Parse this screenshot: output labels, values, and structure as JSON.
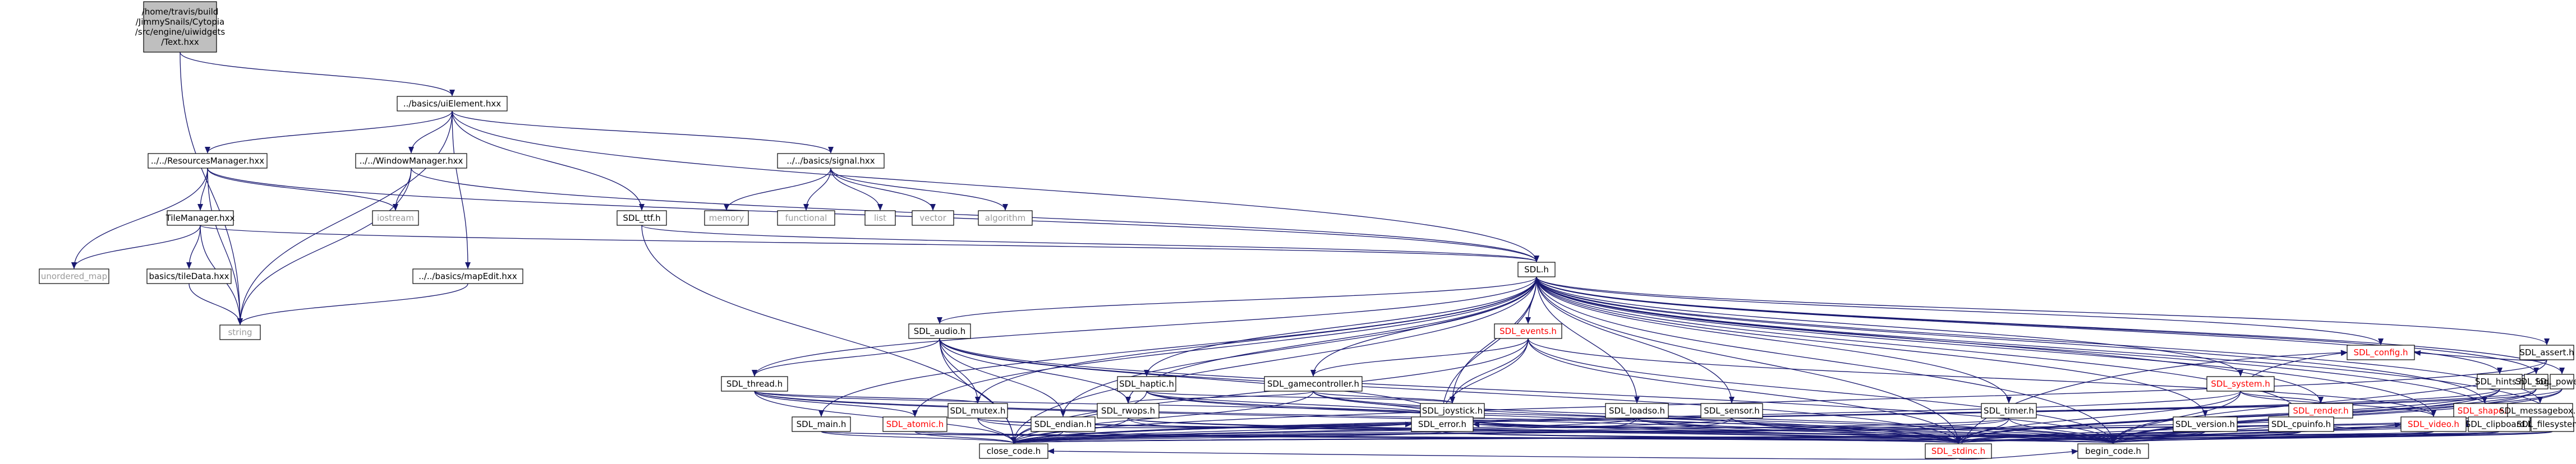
{
  "colors": {
    "edge": "#191970",
    "root_fill": "#bfbfbf",
    "node_fill": "#ffffff",
    "node_border": "#000000",
    "red_text": "#ff0000",
    "grey_text": "#9a9a9a",
    "ext_border": "#bfbfbf"
  },
  "nodes": [
    {
      "id": "root",
      "lines": [
        "/home/travis/build",
        "/JimmySnails/Cytopia",
        "/src/engine/uiwidgets",
        "/Text.hxx"
      ],
      "style": "root"
    },
    {
      "id": "uielement",
      "lines": [
        "../basics/uiElement.hxx"
      ],
      "style": "normal"
    },
    {
      "id": "resourcesmanager",
      "lines": [
        "../../ResourcesManager.hxx"
      ],
      "style": "normal"
    },
    {
      "id": "windowmanager",
      "lines": [
        "../../WindowManager.hxx"
      ],
      "style": "normal"
    },
    {
      "id": "signal",
      "lines": [
        "../../basics/signal.hxx"
      ],
      "style": "normal"
    },
    {
      "id": "tilemanager",
      "lines": [
        "TileManager.hxx"
      ],
      "style": "normal"
    },
    {
      "id": "unordered_map",
      "lines": [
        "unordered_map"
      ],
      "style": "ext"
    },
    {
      "id": "tiledata",
      "lines": [
        "basics/tileData.hxx"
      ],
      "style": "normal"
    },
    {
      "id": "string",
      "lines": [
        "string"
      ],
      "style": "ext"
    },
    {
      "id": "iostream",
      "lines": [
        "iostream"
      ],
      "style": "ext"
    },
    {
      "id": "mapedit",
      "lines": [
        "../../basics/mapEdit.hxx"
      ],
      "style": "normal"
    },
    {
      "id": "sdl_ttf",
      "lines": [
        "SDL_ttf.h"
      ],
      "style": "normal"
    },
    {
      "id": "memory",
      "lines": [
        "memory"
      ],
      "style": "ext"
    },
    {
      "id": "functional",
      "lines": [
        "functional"
      ],
      "style": "ext"
    },
    {
      "id": "list",
      "lines": [
        "list"
      ],
      "style": "ext"
    },
    {
      "id": "vector",
      "lines": [
        "vector"
      ],
      "style": "ext"
    },
    {
      "id": "algorithm",
      "lines": [
        "algorithm"
      ],
      "style": "ext"
    },
    {
      "id": "sdl",
      "lines": [
        "SDL.h"
      ],
      "style": "normal"
    },
    {
      "id": "sdl_audio",
      "lines": [
        "SDL_audio.h"
      ],
      "style": "normal"
    },
    {
      "id": "sdl_events",
      "lines": [
        "SDL_events.h"
      ],
      "style": "red"
    },
    {
      "id": "sdl_thread",
      "lines": [
        "SDL_thread.h"
      ],
      "style": "normal"
    },
    {
      "id": "sdl_haptic",
      "lines": [
        "SDL_haptic.h"
      ],
      "style": "normal"
    },
    {
      "id": "sdl_gamecontroller",
      "lines": [
        "SDL_gamecontroller.h"
      ],
      "style": "normal"
    },
    {
      "id": "sdl_system",
      "lines": [
        "SDL_system.h"
      ],
      "style": "red"
    },
    {
      "id": "sdl_mutex",
      "lines": [
        "SDL_mutex.h"
      ],
      "style": "normal"
    },
    {
      "id": "sdl_rwops",
      "lines": [
        "SDL_rwops.h"
      ],
      "style": "normal"
    },
    {
      "id": "sdl_joystick",
      "lines": [
        "SDL_joystick.h"
      ],
      "style": "normal"
    },
    {
      "id": "sdl_loadso",
      "lines": [
        "SDL_loadso.h"
      ],
      "style": "normal"
    },
    {
      "id": "sdl_sensor",
      "lines": [
        "SDL_sensor.h"
      ],
      "style": "normal"
    },
    {
      "id": "sdl_timer",
      "lines": [
        "SDL_timer.h"
      ],
      "style": "normal"
    },
    {
      "id": "sdl_render",
      "lines": [
        "SDL_render.h"
      ],
      "style": "red"
    },
    {
      "id": "sdl_shape",
      "lines": [
        "SDL_shape.h"
      ],
      "style": "red"
    },
    {
      "id": "sdl_messagebox",
      "lines": [
        "SDL_messagebox.h"
      ],
      "style": "normal"
    },
    {
      "id": "sdl_main",
      "lines": [
        "SDL_main.h"
      ],
      "style": "normal"
    },
    {
      "id": "sdl_atomic",
      "lines": [
        "SDL_atomic.h"
      ],
      "style": "red"
    },
    {
      "id": "sdl_endian",
      "lines": [
        "SDL_endian.h"
      ],
      "style": "normal"
    },
    {
      "id": "sdl_error",
      "lines": [
        "SDL_error.h"
      ],
      "style": "normal"
    },
    {
      "id": "sdl_version",
      "lines": [
        "SDL_version.h"
      ],
      "style": "normal"
    },
    {
      "id": "sdl_cpuinfo",
      "lines": [
        "SDL_cpuinfo.h"
      ],
      "style": "normal"
    },
    {
      "id": "sdl_video",
      "lines": [
        "SDL_video.h"
      ],
      "style": "red"
    },
    {
      "id": "sdl_clipboard",
      "lines": [
        "SDL_clipboard.h"
      ],
      "style": "normal"
    },
    {
      "id": "sdl_filesystem",
      "lines": [
        "SDL_filesystem.h"
      ],
      "style": "normal"
    },
    {
      "id": "sdl_hints",
      "lines": [
        "SDL_hints.h"
      ],
      "style": "normal"
    },
    {
      "id": "sdl_log",
      "lines": [
        "SDL_log.h"
      ],
      "style": "normal"
    },
    {
      "id": "sdl_power",
      "lines": [
        "SDL_power.h"
      ],
      "style": "normal"
    },
    {
      "id": "sdl_stdinc",
      "lines": [
        "SDL_stdinc.h"
      ],
      "style": "red"
    },
    {
      "id": "sdl_assert",
      "lines": [
        "SDL_assert.h"
      ],
      "style": "normal"
    },
    {
      "id": "close_code",
      "lines": [
        "close_code.h"
      ],
      "style": "normal"
    },
    {
      "id": "begin_code",
      "lines": [
        "begin_code.h"
      ],
      "style": "normal"
    },
    {
      "id": "sdl_config",
      "lines": [
        "SDL_config.h"
      ],
      "style": "red"
    }
  ],
  "edges": [
    [
      "root",
      "uielement"
    ],
    [
      "root",
      "string"
    ],
    [
      "uielement",
      "resourcesmanager"
    ],
    [
      "uielement",
      "windowmanager"
    ],
    [
      "uielement",
      "signal"
    ],
    [
      "uielement",
      "mapedit"
    ],
    [
      "uielement",
      "sdl_ttf"
    ],
    [
      "uielement",
      "string"
    ],
    [
      "uielement",
      "sdl"
    ],
    [
      "resourcesmanager",
      "tilemanager"
    ],
    [
      "resourcesmanager",
      "unordered_map"
    ],
    [
      "resourcesmanager",
      "string"
    ],
    [
      "resourcesmanager",
      "iostream"
    ],
    [
      "resourcesmanager",
      "sdl"
    ],
    [
      "windowmanager",
      "iostream"
    ],
    [
      "windowmanager",
      "string"
    ],
    [
      "windowmanager",
      "sdl"
    ],
    [
      "signal",
      "memory"
    ],
    [
      "signal",
      "functional"
    ],
    [
      "signal",
      "list"
    ],
    [
      "signal",
      "vector"
    ],
    [
      "signal",
      "algorithm"
    ],
    [
      "tilemanager",
      "unordered_map"
    ],
    [
      "tilemanager",
      "tiledata"
    ],
    [
      "tilemanager",
      "string"
    ],
    [
      "tilemanager",
      "sdl"
    ],
    [
      "tiledata",
      "string"
    ],
    [
      "mapedit",
      "string"
    ],
    [
      "sdl_ttf",
      "sdl"
    ],
    [
      "sdl_ttf",
      "close_code"
    ],
    [
      "sdl",
      "sdl_audio"
    ],
    [
      "sdl",
      "sdl_events"
    ],
    [
      "sdl",
      "sdl_thread"
    ],
    [
      "sdl",
      "sdl_haptic"
    ],
    [
      "sdl",
      "sdl_gamecontroller"
    ],
    [
      "sdl",
      "sdl_system"
    ],
    [
      "sdl",
      "sdl_mutex"
    ],
    [
      "sdl",
      "sdl_rwops"
    ],
    [
      "sdl",
      "sdl_joystick"
    ],
    [
      "sdl",
      "sdl_loadso"
    ],
    [
      "sdl",
      "sdl_sensor"
    ],
    [
      "sdl",
      "sdl_timer"
    ],
    [
      "sdl",
      "sdl_render"
    ],
    [
      "sdl",
      "sdl_shape"
    ],
    [
      "sdl",
      "sdl_messagebox"
    ],
    [
      "sdl",
      "sdl_main"
    ],
    [
      "sdl",
      "sdl_atomic"
    ],
    [
      "sdl",
      "sdl_endian"
    ],
    [
      "sdl",
      "sdl_error"
    ],
    [
      "sdl",
      "sdl_version"
    ],
    [
      "sdl",
      "sdl_cpuinfo"
    ],
    [
      "sdl",
      "sdl_video"
    ],
    [
      "sdl",
      "sdl_clipboard"
    ],
    [
      "sdl",
      "sdl_filesystem"
    ],
    [
      "sdl",
      "sdl_hints"
    ],
    [
      "sdl",
      "sdl_log"
    ],
    [
      "sdl",
      "sdl_power"
    ],
    [
      "sdl",
      "sdl_stdinc"
    ],
    [
      "sdl",
      "sdl_assert"
    ],
    [
      "sdl",
      "close_code"
    ],
    [
      "sdl",
      "begin_code"
    ],
    [
      "sdl",
      "sdl_config"
    ],
    [
      "sdl_audio",
      "sdl_thread"
    ],
    [
      "sdl_audio",
      "sdl_mutex"
    ],
    [
      "sdl_audio",
      "sdl_rwops"
    ],
    [
      "sdl_audio",
      "sdl_endian"
    ],
    [
      "sdl_audio",
      "sdl_error"
    ],
    [
      "sdl_audio",
      "sdl_stdinc"
    ],
    [
      "sdl_audio",
      "close_code"
    ],
    [
      "sdl_audio",
      "begin_code"
    ],
    [
      "sdl_events",
      "sdl_gamecontroller"
    ],
    [
      "sdl_events",
      "sdl_joystick"
    ],
    [
      "sdl_events",
      "sdl_video"
    ],
    [
      "sdl_events",
      "sdl_error"
    ],
    [
      "sdl_events",
      "sdl_stdinc"
    ],
    [
      "sdl_events",
      "begin_code"
    ],
    [
      "sdl_events",
      "close_code"
    ],
    [
      "sdl_thread",
      "sdl_mutex"
    ],
    [
      "sdl_thread",
      "sdl_atomic"
    ],
    [
      "sdl_thread",
      "sdl_error"
    ],
    [
      "sdl_thread",
      "sdl_stdinc"
    ],
    [
      "sdl_thread",
      "close_code"
    ],
    [
      "sdl_thread",
      "begin_code"
    ],
    [
      "sdl_haptic",
      "sdl_joystick"
    ],
    [
      "sdl_haptic",
      "sdl_error"
    ],
    [
      "sdl_haptic",
      "sdl_stdinc"
    ],
    [
      "sdl_haptic",
      "close_code"
    ],
    [
      "sdl_haptic",
      "begin_code"
    ],
    [
      "sdl_gamecontroller",
      "sdl_rwops"
    ],
    [
      "sdl_gamecontroller",
      "sdl_joystick"
    ],
    [
      "sdl_gamecontroller",
      "sdl_error"
    ],
    [
      "sdl_gamecontroller",
      "sdl_stdinc"
    ],
    [
      "sdl_gamecontroller",
      "close_code"
    ],
    [
      "sdl_gamecontroller",
      "begin_code"
    ],
    [
      "sdl_system",
      "sdl_render"
    ],
    [
      "sdl_system",
      "sdl_video"
    ],
    [
      "sdl_system",
      "sdl_stdinc"
    ],
    [
      "sdl_system",
      "close_code"
    ],
    [
      "sdl_system",
      "begin_code"
    ],
    [
      "sdl_system",
      "sdl_config"
    ],
    [
      "sdl_mutex",
      "sdl_error"
    ],
    [
      "sdl_mutex",
      "sdl_stdinc"
    ],
    [
      "sdl_mutex",
      "close_code"
    ],
    [
      "sdl_mutex",
      "begin_code"
    ],
    [
      "sdl_rwops",
      "sdl_error"
    ],
    [
      "sdl_rwops",
      "sdl_stdinc"
    ],
    [
      "sdl_rwops",
      "close_code"
    ],
    [
      "sdl_rwops",
      "begin_code"
    ],
    [
      "sdl_joystick",
      "sdl_error"
    ],
    [
      "sdl_joystick",
      "sdl_stdinc"
    ],
    [
      "sdl_joystick",
      "close_code"
    ],
    [
      "sdl_joystick",
      "begin_code"
    ],
    [
      "sdl_loadso",
      "sdl_error"
    ],
    [
      "sdl_loadso",
      "sdl_stdinc"
    ],
    [
      "sdl_loadso",
      "close_code"
    ],
    [
      "sdl_loadso",
      "begin_code"
    ],
    [
      "sdl_sensor",
      "sdl_error"
    ],
    [
      "sdl_sensor",
      "sdl_stdinc"
    ],
    [
      "sdl_sensor",
      "close_code"
    ],
    [
      "sdl_sensor",
      "begin_code"
    ],
    [
      "sdl_timer",
      "sdl_error"
    ],
    [
      "sdl_timer",
      "sdl_stdinc"
    ],
    [
      "sdl_timer",
      "close_code"
    ],
    [
      "sdl_timer",
      "begin_code"
    ],
    [
      "sdl_render",
      "sdl_video"
    ],
    [
      "sdl_render",
      "sdl_stdinc"
    ],
    [
      "sdl_render",
      "close_code"
    ],
    [
      "sdl_render",
      "begin_code"
    ],
    [
      "sdl_shape",
      "sdl_video"
    ],
    [
      "sdl_shape",
      "sdl_stdinc"
    ],
    [
      "sdl_shape",
      "close_code"
    ],
    [
      "sdl_shape",
      "begin_code"
    ],
    [
      "sdl_messagebox",
      "sdl_video"
    ],
    [
      "sdl_messagebox",
      "sdl_stdinc"
    ],
    [
      "sdl_messagebox",
      "close_code"
    ],
    [
      "sdl_messagebox",
      "begin_code"
    ],
    [
      "sdl_main",
      "sdl_stdinc"
    ],
    [
      "sdl_main",
      "close_code"
    ],
    [
      "sdl_main",
      "begin_code"
    ],
    [
      "sdl_atomic",
      "sdl_stdinc"
    ],
    [
      "sdl_atomic",
      "close_code"
    ],
    [
      "sdl_atomic",
      "begin_code"
    ],
    [
      "sdl_endian",
      "sdl_stdinc"
    ],
    [
      "sdl_endian",
      "close_code"
    ],
    [
      "sdl_error",
      "sdl_stdinc"
    ],
    [
      "sdl_error",
      "close_code"
    ],
    [
      "sdl_error",
      "begin_code"
    ],
    [
      "sdl_version",
      "sdl_stdinc"
    ],
    [
      "sdl_version",
      "close_code"
    ],
    [
      "sdl_version",
      "begin_code"
    ],
    [
      "sdl_cpuinfo",
      "sdl_stdinc"
    ],
    [
      "sdl_cpuinfo",
      "close_code"
    ],
    [
      "sdl_cpuinfo",
      "begin_code"
    ],
    [
      "sdl_video",
      "sdl_stdinc"
    ],
    [
      "sdl_video",
      "close_code"
    ],
    [
      "sdl_video",
      "begin_code"
    ],
    [
      "sdl_clipboard",
      "sdl_stdinc"
    ],
    [
      "sdl_clipboard",
      "close_code"
    ],
    [
      "sdl_clipboard",
      "begin_code"
    ],
    [
      "sdl_filesystem",
      "sdl_stdinc"
    ],
    [
      "sdl_filesystem",
      "close_code"
    ],
    [
      "sdl_filesystem",
      "begin_code"
    ],
    [
      "sdl_hints",
      "sdl_stdinc"
    ],
    [
      "sdl_hints",
      "close_code"
    ],
    [
      "sdl_hints",
      "begin_code"
    ],
    [
      "sdl_log",
      "sdl_stdinc"
    ],
    [
      "sdl_log",
      "close_code"
    ],
    [
      "sdl_log",
      "begin_code"
    ],
    [
      "sdl_power",
      "sdl_stdinc"
    ],
    [
      "sdl_power",
      "close_code"
    ],
    [
      "sdl_power",
      "begin_code"
    ],
    [
      "sdl_stdinc",
      "sdl_config"
    ],
    [
      "sdl_stdinc",
      "close_code"
    ],
    [
      "sdl_stdinc",
      "begin_code"
    ],
    [
      "sdl_assert",
      "sdl_config"
    ],
    [
      "sdl_assert",
      "close_code"
    ],
    [
      "sdl_assert",
      "begin_code"
    ]
  ]
}
